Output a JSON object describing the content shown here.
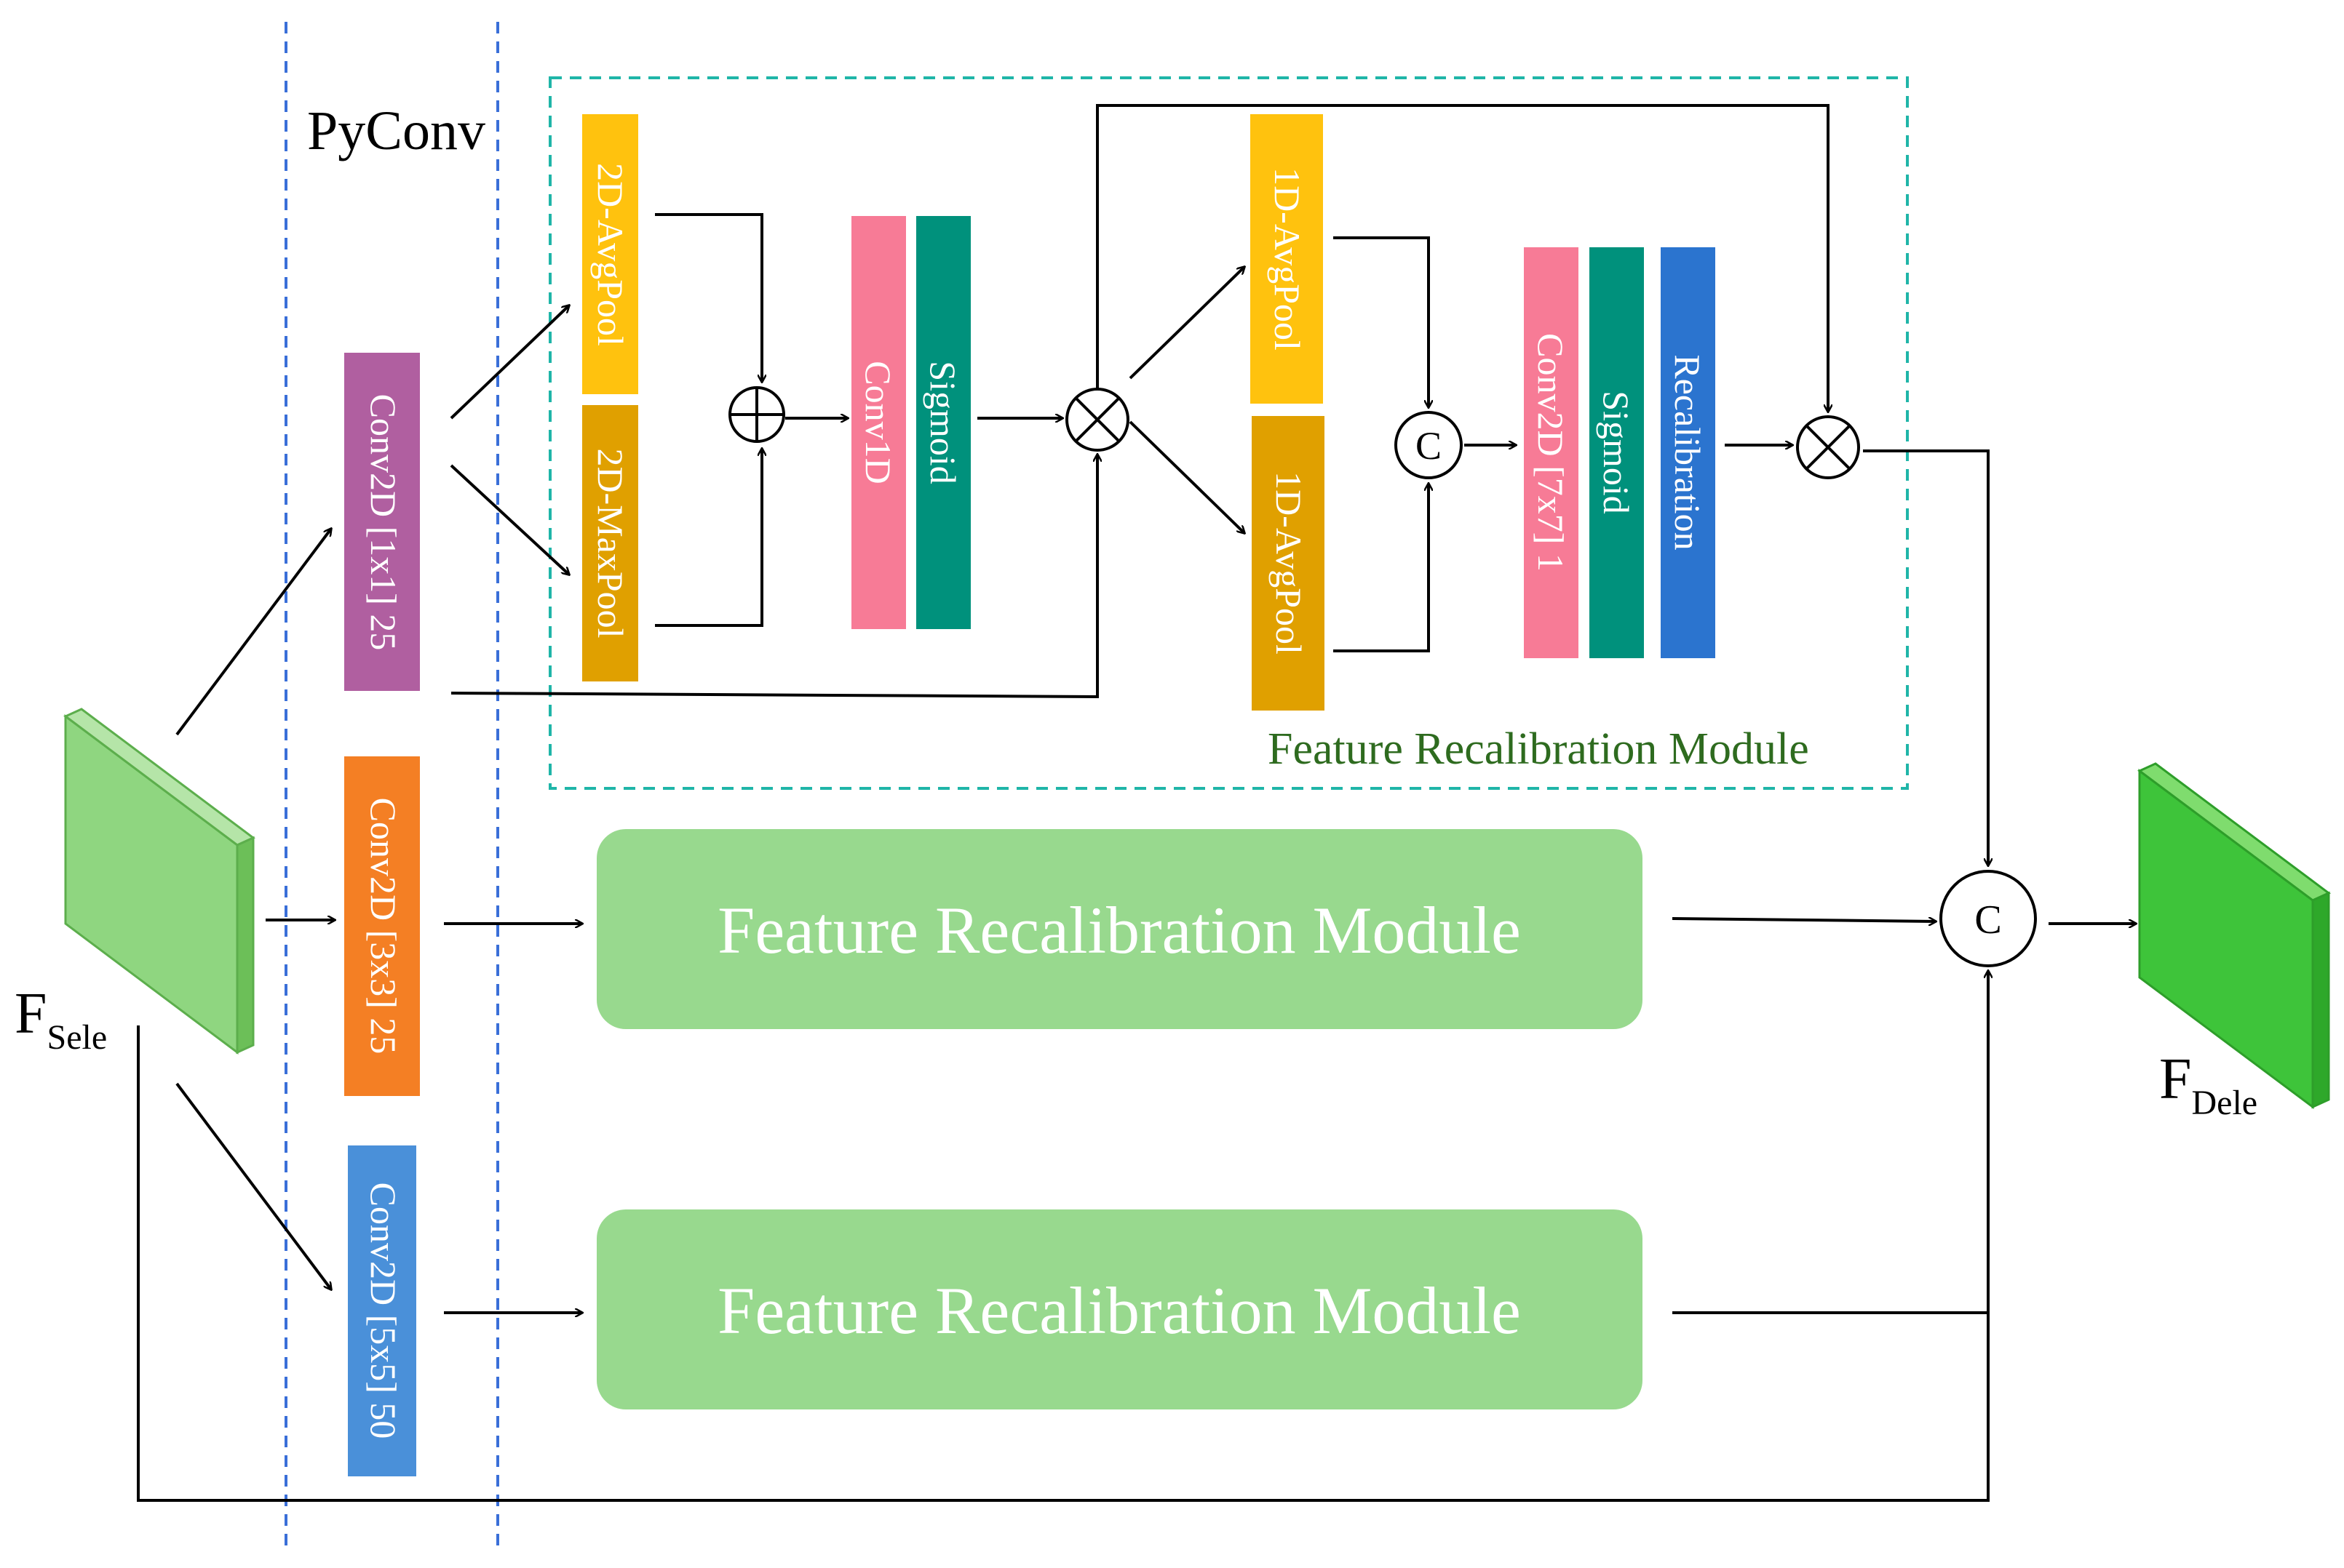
{
  "pyconv_label": "PyConv",
  "input": {
    "main": "F",
    "sub": "Sele"
  },
  "output": {
    "main": "F",
    "sub": "Dele"
  },
  "branches": [
    {
      "label": "Conv2D [1x1] 25",
      "color": "#b05fa0"
    },
    {
      "label": "Conv2D [3x3] 25",
      "color": "#f47f24"
    },
    {
      "label": "Conv2D [5x5] 50",
      "color": "#4a90d9"
    }
  ],
  "module": {
    "caption": "Feature Recalibration Module",
    "pool_2d": [
      {
        "label": "2D-AvgPool",
        "color": "#ffc20e"
      },
      {
        "label": "2D-MaxPool",
        "color": "#e0a000"
      }
    ],
    "conv1d": {
      "label": "Conv1D",
      "color": "#f77b96"
    },
    "sigmoid_a": {
      "label": "Sigmoid",
      "color": "#00917c"
    },
    "pool_1d": [
      {
        "label": "1D-AvgPool",
        "color": "#ffc20e"
      },
      {
        "label": "1D-AvgPool",
        "color": "#e0a000"
      }
    ],
    "conv2d": {
      "label": "Conv2D [7x7] 1",
      "color": "#f77b96"
    },
    "sigmoid_b": {
      "label": "Sigmoid",
      "color": "#00917c"
    },
    "recalibration": {
      "label": "Recalibration",
      "color": "#2b74cf"
    }
  },
  "recal_blocks": [
    {
      "label": "Feature Recalibration Module"
    },
    {
      "label": "Feature Recalibration Module"
    }
  ],
  "ops": {
    "concat": "C",
    "concat_final": "C"
  },
  "colors": {
    "dashed_lines": "#3a6fd8",
    "module_border": "#1fb5a8",
    "module_caption": "#2e6b1f",
    "recal_block": "#98d98e",
    "input_block": "#8fd680",
    "output_block": "#3ec43a"
  }
}
